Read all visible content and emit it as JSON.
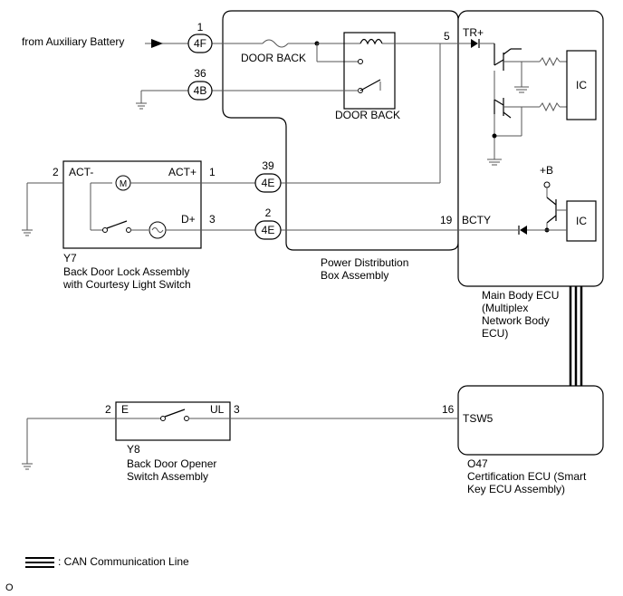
{
  "source_label": "from Auxiliary Battery",
  "connectors": {
    "c4f": {
      "pin": "1",
      "code": "4F"
    },
    "c4b": {
      "pin": "36",
      "code": "4B"
    },
    "c4e_top": {
      "pin": "39",
      "code": "4E"
    },
    "c4e_bot": {
      "pin": "2",
      "code": "4E"
    }
  },
  "pdb": {
    "fuse_label": "DOOR BACK",
    "relay_label": "DOOR BACK",
    "pin_out": "5",
    "pin_in": "19",
    "name_line1": "Power Distribution",
    "name_line2": "Box Assembly"
  },
  "lock": {
    "pin_left": "2",
    "term_left": "ACT-",
    "term_right_top": "ACT+",
    "pin_right_top": "1",
    "term_right_bot": "D+",
    "pin_right_bot": "3",
    "motor_symbol": "M",
    "code": "Y7",
    "name_line1": "Back Door Lock Assembly",
    "name_line2": "with Courtesy Light Switch"
  },
  "ecu": {
    "tr_label": "TR+",
    "bcty_label": "BCTY",
    "b_label": "+B",
    "ic1": "IC",
    "ic2": "IC",
    "name_line1": "Main Body ECU",
    "name_line2": "(Multiplex",
    "name_line3": "Network Body",
    "name_line4": "ECU)"
  },
  "opener": {
    "pin_left": "2",
    "term_left": "E",
    "term_right": "UL",
    "pin_right": "3",
    "code": "Y8",
    "name_line1": "Back Door Opener",
    "name_line2": "Switch Assembly"
  },
  "cert": {
    "pin": "16",
    "term": "TSW5",
    "code": "O47",
    "name_line1": "Certification ECU (Smart",
    "name_line2": "Key ECU Assembly)"
  },
  "legend": {
    "label": ": CAN Communication Line"
  },
  "footer": "O"
}
